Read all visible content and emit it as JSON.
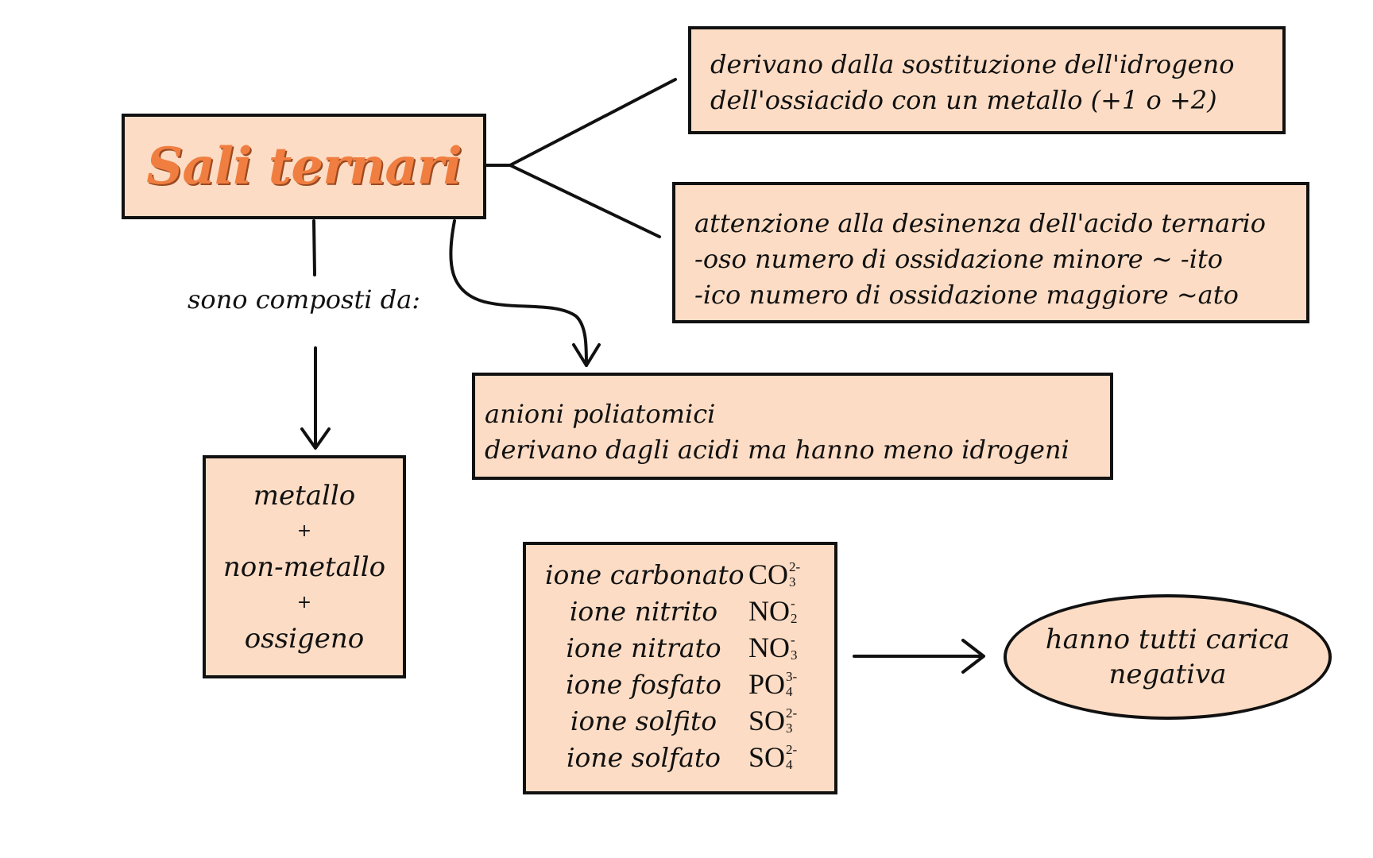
{
  "title": "Sali ternari",
  "composed_label": "sono composti da:",
  "definition": {
    "lines": [
      "derivano dalla sostituzione dell'idrogeno",
      "dell'ossiacido con un metallo (+1 o +2)"
    ]
  },
  "suffix_note": {
    "lines": [
      "attenzione alla desinenza dell'acido ternario",
      "-oso numero di ossidazione minore ~ -ito",
      "-ico numero di ossidazione maggiore ~ato"
    ]
  },
  "anions": {
    "lines": [
      "anioni poliatomici",
      "derivano dagli acidi ma hanno meno idrogeni"
    ]
  },
  "components": {
    "items": [
      "metallo",
      "+",
      "non-metallo",
      "+",
      "ossigeno"
    ]
  },
  "ions": [
    {
      "name": "ione carbonato",
      "formula": "CO",
      "subscript": "3",
      "charge": "2-"
    },
    {
      "name": "ione nitrito",
      "formula": "NO",
      "subscript": "2",
      "charge": "-"
    },
    {
      "name": "ione nitrato",
      "formula": "NO",
      "subscript": "3",
      "charge": "-"
    },
    {
      "name": "ione fosfato",
      "formula": "PO",
      "subscript": "4",
      "charge": "3-"
    },
    {
      "name": "ione solfito",
      "formula": "SO",
      "subscript": "3",
      "charge": "2-"
    },
    {
      "name": "ione solfato",
      "formula": "SO",
      "subscript": "4",
      "charge": "2-"
    }
  ],
  "conclusion": "hanno tutti carica negativa",
  "colors": {
    "box_fill": "#fcdcc4",
    "title_text": "#f07e40",
    "outline": "#111111"
  }
}
